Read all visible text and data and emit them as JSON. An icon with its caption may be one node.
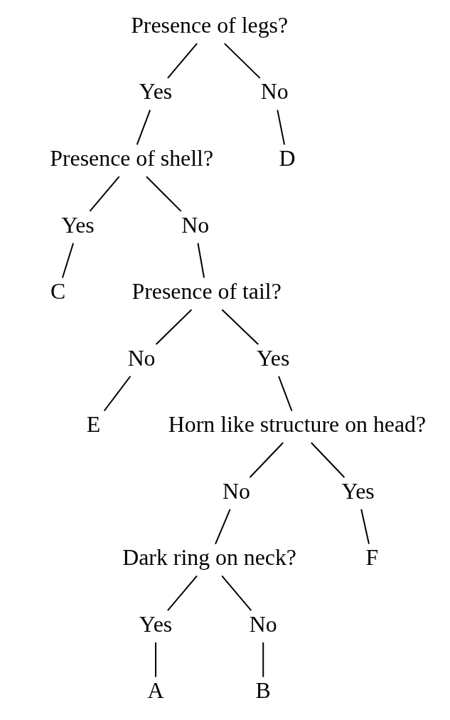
{
  "diagram": {
    "nodes": [
      {
        "text": [
          "Presence of legs?"
        ]
      },
      {
        "text": [
          "Yes"
        ]
      },
      {
        "text": [
          "No"
        ]
      },
      {
        "text": [
          "Presence of shell?"
        ]
      },
      {
        "text": [
          "D"
        ]
      },
      {
        "text": [
          "Yes"
        ]
      },
      {
        "text": [
          "No"
        ]
      },
      {
        "text": [
          "C"
        ]
      },
      {
        "text": [
          "Presence of tail?"
        ]
      },
      {
        "text": [
          "No"
        ]
      },
      {
        "text": [
          "Yes"
        ]
      },
      {
        "text": [
          "E"
        ]
      },
      {
        "text": [
          "Horn like structure on head?"
        ]
      },
      {
        "text": [
          "No"
        ]
      },
      {
        "text": [
          "Yes"
        ]
      },
      {
        "text": [
          "Dark ring on neck?"
        ]
      },
      {
        "text": [
          "F"
        ]
      },
      {
        "text": [
          "Yes"
        ]
      },
      {
        "text": [
          "No"
        ]
      },
      {
        "text": [
          "A"
        ]
      },
      {
        "text": [
          "B"
        ]
      }
    ],
    "edges": [
      {
        "from": 0,
        "to": 1,
        "arrow": "none"
      },
      {
        "from": 0,
        "to": 2,
        "arrow": "none"
      },
      {
        "from": 1,
        "to": 3,
        "arrow": "none"
      },
      {
        "from": 2,
        "to": 4,
        "arrow": "none"
      },
      {
        "from": 3,
        "to": 5,
        "arrow": "none"
      },
      {
        "from": 3,
        "to": 6,
        "arrow": "none"
      },
      {
        "from": 5,
        "to": 7,
        "arrow": "none"
      },
      {
        "from": 6,
        "to": 8,
        "arrow": "none"
      },
      {
        "from": 8,
        "to": 9,
        "arrow": "none"
      },
      {
        "from": 8,
        "to": 10,
        "arrow": "none"
      },
      {
        "from": 9,
        "to": 11,
        "arrow": "none"
      },
      {
        "from": 10,
        "to": 12,
        "arrow": "none"
      },
      {
        "from": 12,
        "to": 13,
        "arrow": "none"
      },
      {
        "from": 12,
        "to": 14,
        "arrow": "none"
      },
      {
        "from": 13,
        "to": 15,
        "arrow": "none"
      },
      {
        "from": 14,
        "to": 16,
        "arrow": "none"
      },
      {
        "from": 15,
        "to": 17,
        "arrow": "none"
      },
      {
        "from": 15,
        "to": 18,
        "arrow": "none"
      },
      {
        "from": 17,
        "to": 19,
        "arrow": "none"
      },
      {
        "from": 18,
        "to": 20,
        "arrow": "none"
      }
    ]
  }
}
